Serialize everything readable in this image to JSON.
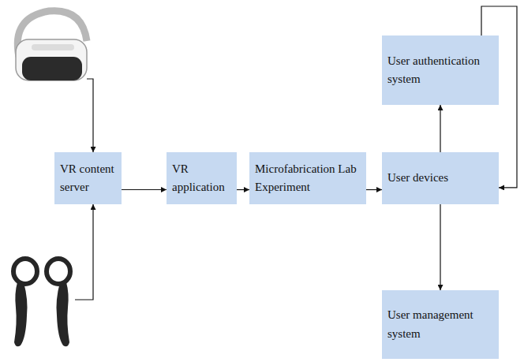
{
  "diagram": {
    "nodes": [
      {
        "text": [
          "VR content server"
        ]
      },
      {
        "text": [
          "VR application"
        ]
      },
      {
        "text": [
          "Microfabrication Lab Experiment"
        ]
      },
      {
        "text": [
          "User devices"
        ]
      },
      {
        "text": [
          "User authentication system"
        ]
      },
      {
        "text": [
          "User management system"
        ]
      }
    ],
    "edges": [
      {
        "from": 0,
        "to": 1,
        "arrow": "to"
      },
      {
        "from": 1,
        "to": 2,
        "arrow": "to"
      },
      {
        "from": 2,
        "to": 3,
        "arrow": "to"
      },
      {
        "from": 3,
        "to": 4,
        "arrow": "to"
      },
      {
        "from": 4,
        "to": 3,
        "arrow": "to"
      },
      {
        "from": 3,
        "to": 5,
        "arrow": "to"
      }
    ]
  }
}
